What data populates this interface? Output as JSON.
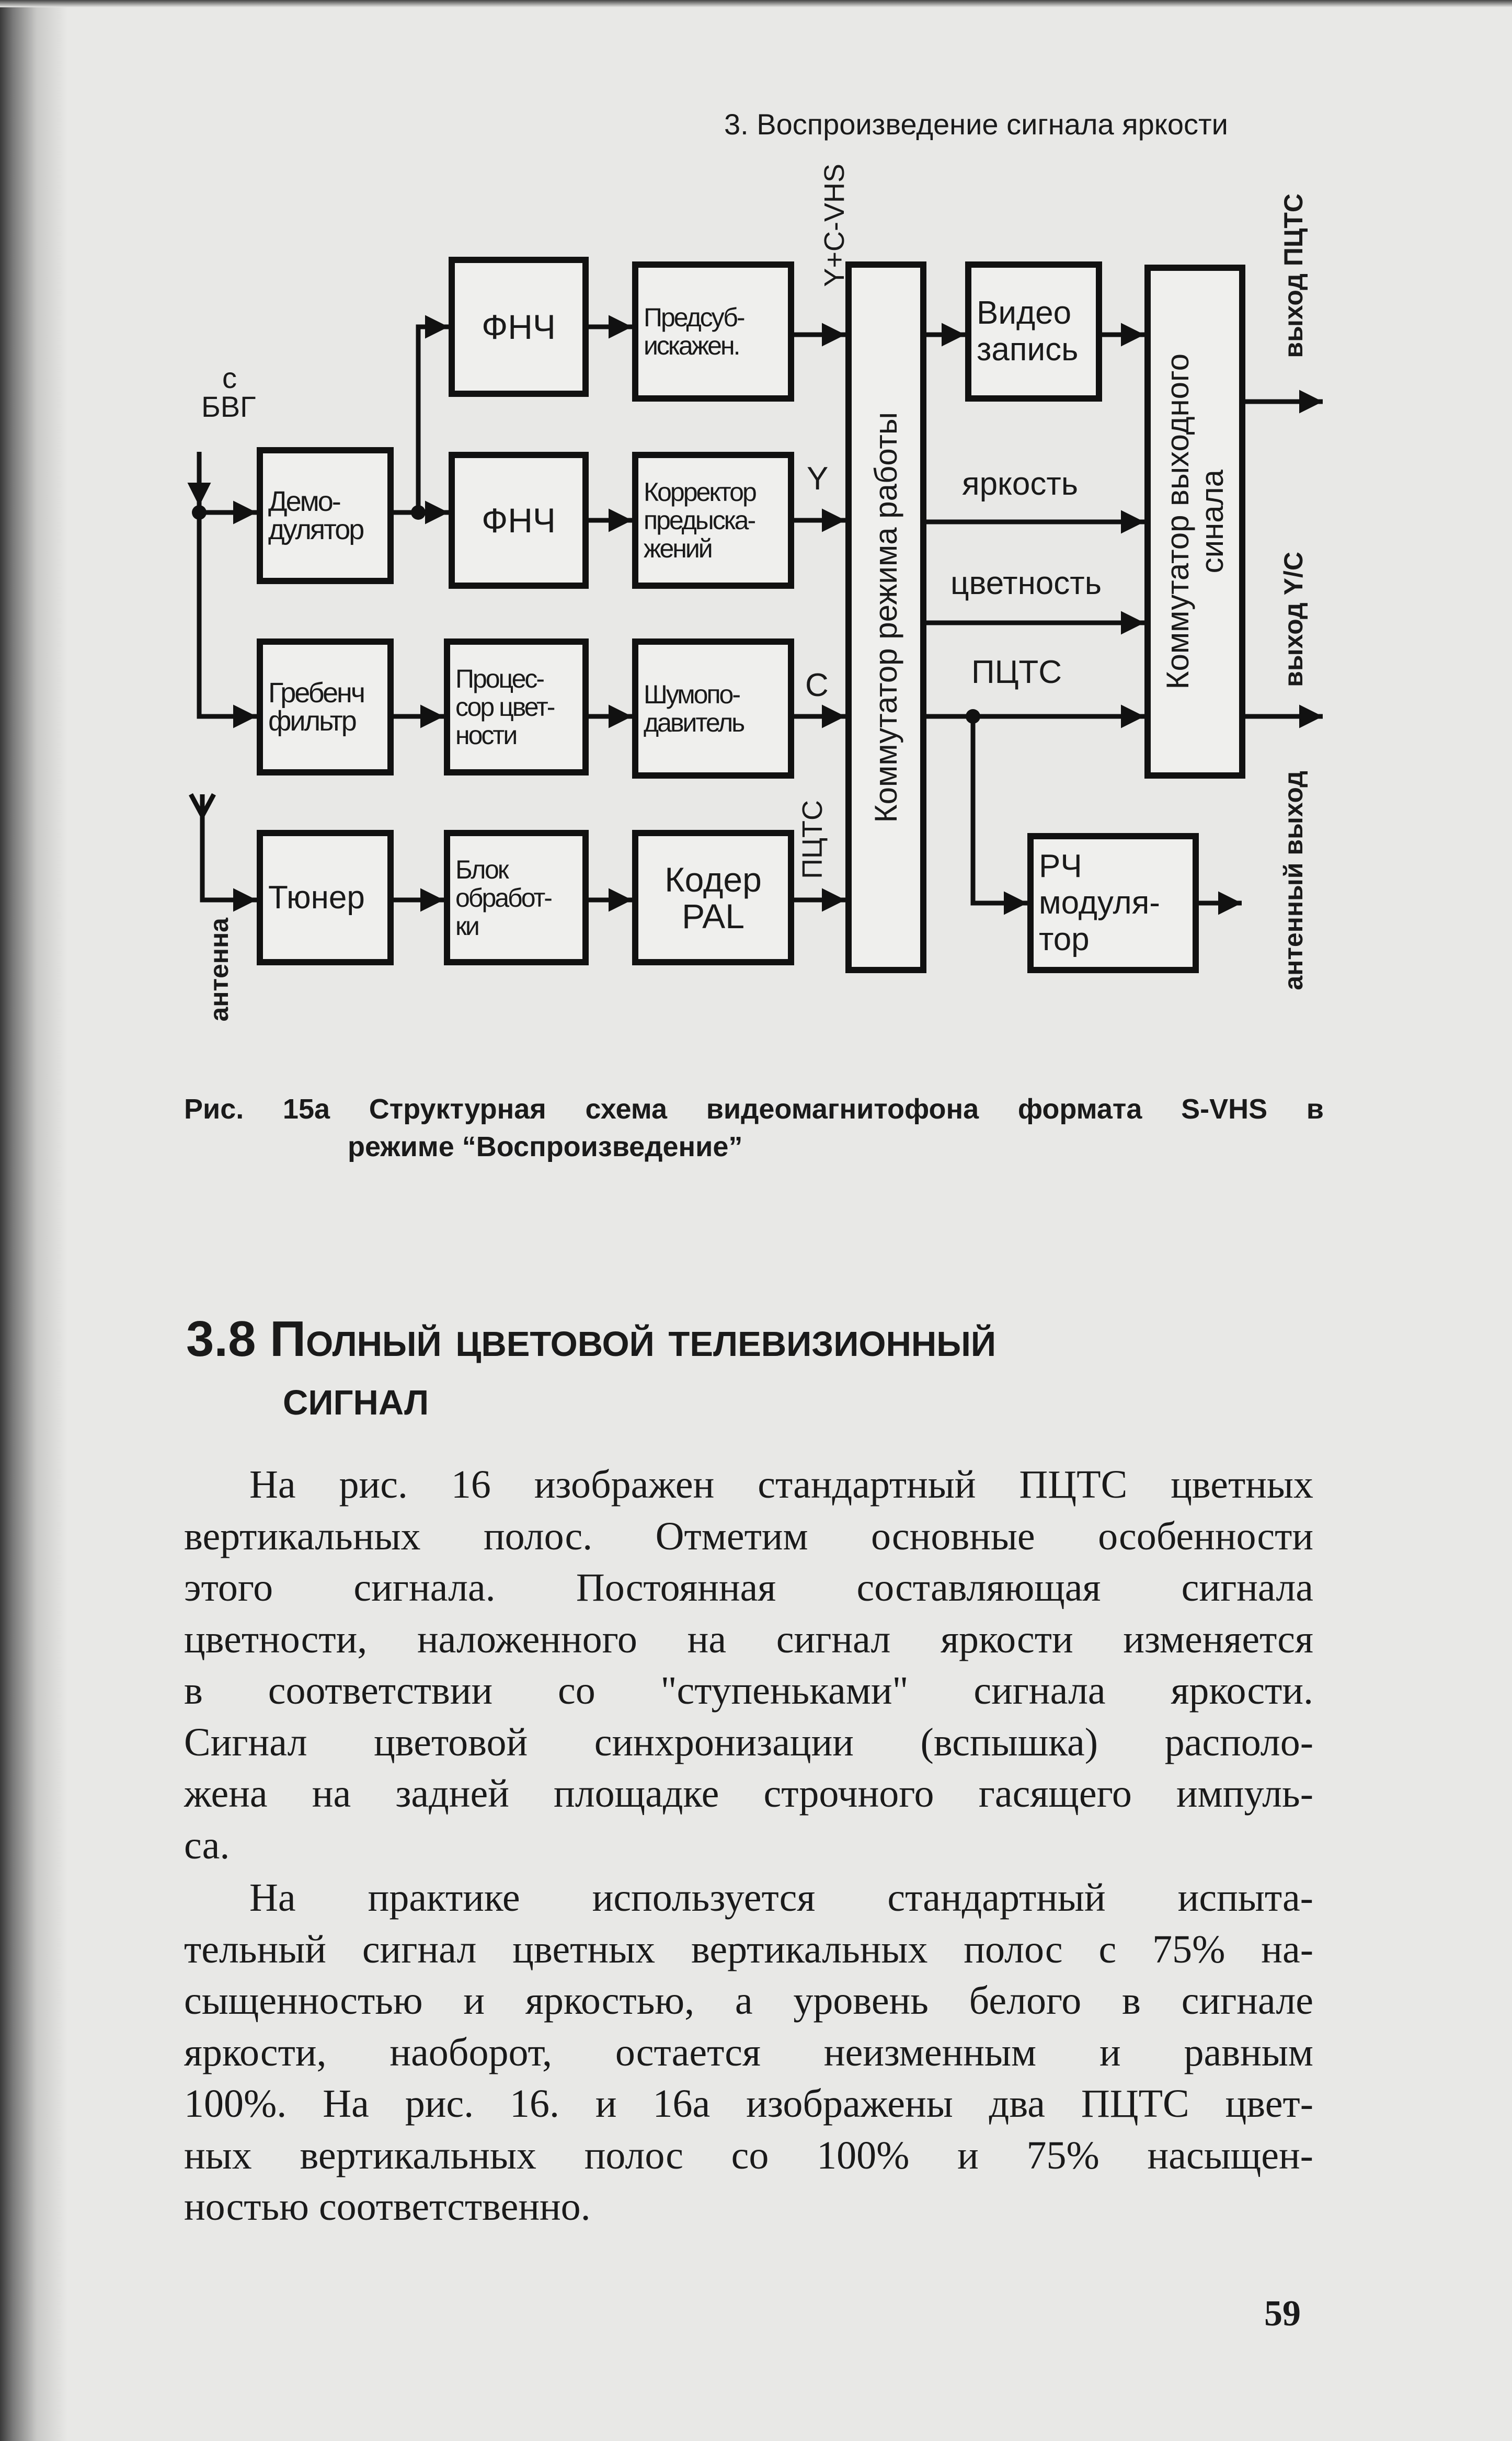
{
  "running_header": "3. Воспроизведение сигнала яркости",
  "diagram": {
    "blocks": {
      "lpf1": "ФНЧ",
      "pre_distortion": "Предсуб-\nискажен.",
      "demodulator": "Демо-\nдулятор",
      "lpf2": "ФНЧ",
      "corrector": "Корректор\nпредыска-\nжений",
      "comb_filter": "Гребенч\nфильтр",
      "chroma_processor": "Процес-\nсор цвет-\nности",
      "noise_reducer": "Шумопо-\nдавитель",
      "tuner": "Тюнер",
      "processing_block": "Блок\nобработ-\nки",
      "pal_encoder": "Кодер\nPAL",
      "mode_switch": "Коммутатор режима работы",
      "video_record": "Видео\nзапись",
      "output_switch": "Коммутатор выходного\nсинала",
      "rf_modulator": "РЧ\nмодуля-\nтор"
    },
    "labels": {
      "from_bvg_1": "с",
      "from_bvg_2": "БВГ",
      "antenna": "антенна",
      "y_c_vhs": "Y+C-VHS",
      "y": "Y",
      "c": "C",
      "pcts_left": "ПЦТС",
      "luma": "яркость",
      "chroma": "цветность",
      "pcts_right": "ПЦТС",
      "out_pcts": "выход ПЦТС",
      "out_yc": "выход Y/C",
      "antenna_out": "антенный выход"
    }
  },
  "caption": {
    "line1": "Рис. 15а Структурная схема видеомагнитофона формата S-VHS в",
    "line2": "режиме “Воспроизведение”"
  },
  "section_heading": {
    "line1": "3.8 Полный цветовой телевизионный",
    "line2": "сигнал"
  },
  "paragraphs": [
    [
      "На рис.  16 изображен стандартный ПЦТС цветных",
      "вертикальных полос. Отметим основные особенности",
      "этого сигнала. Постоянная составляющая сигнала",
      "цветности, наложенного на сигнал яркости изменяется",
      "в соответствии со \"ступеньками\" сигнала яркости.",
      "Сигнал цветовой синхронизации (вспышка) располо-",
      "жена на задней площадке строчного гасящего импуль-",
      "са."
    ],
    [
      "На практике используется стандартный испыта-",
      "тельный сигнал цветных вертикальных полос с 75% на-",
      "сыщенностью и яркостью, а уровень белого в сигнале",
      "яркости, наоборот, остается неизменным и равным",
      "100%. На рис.  16. и 16а изображены два ПЦТС цвет-",
      "ных вертикальных полос со 100% и 75% насыщен-",
      "ностью соответственно."
    ]
  ],
  "page_number": "59"
}
